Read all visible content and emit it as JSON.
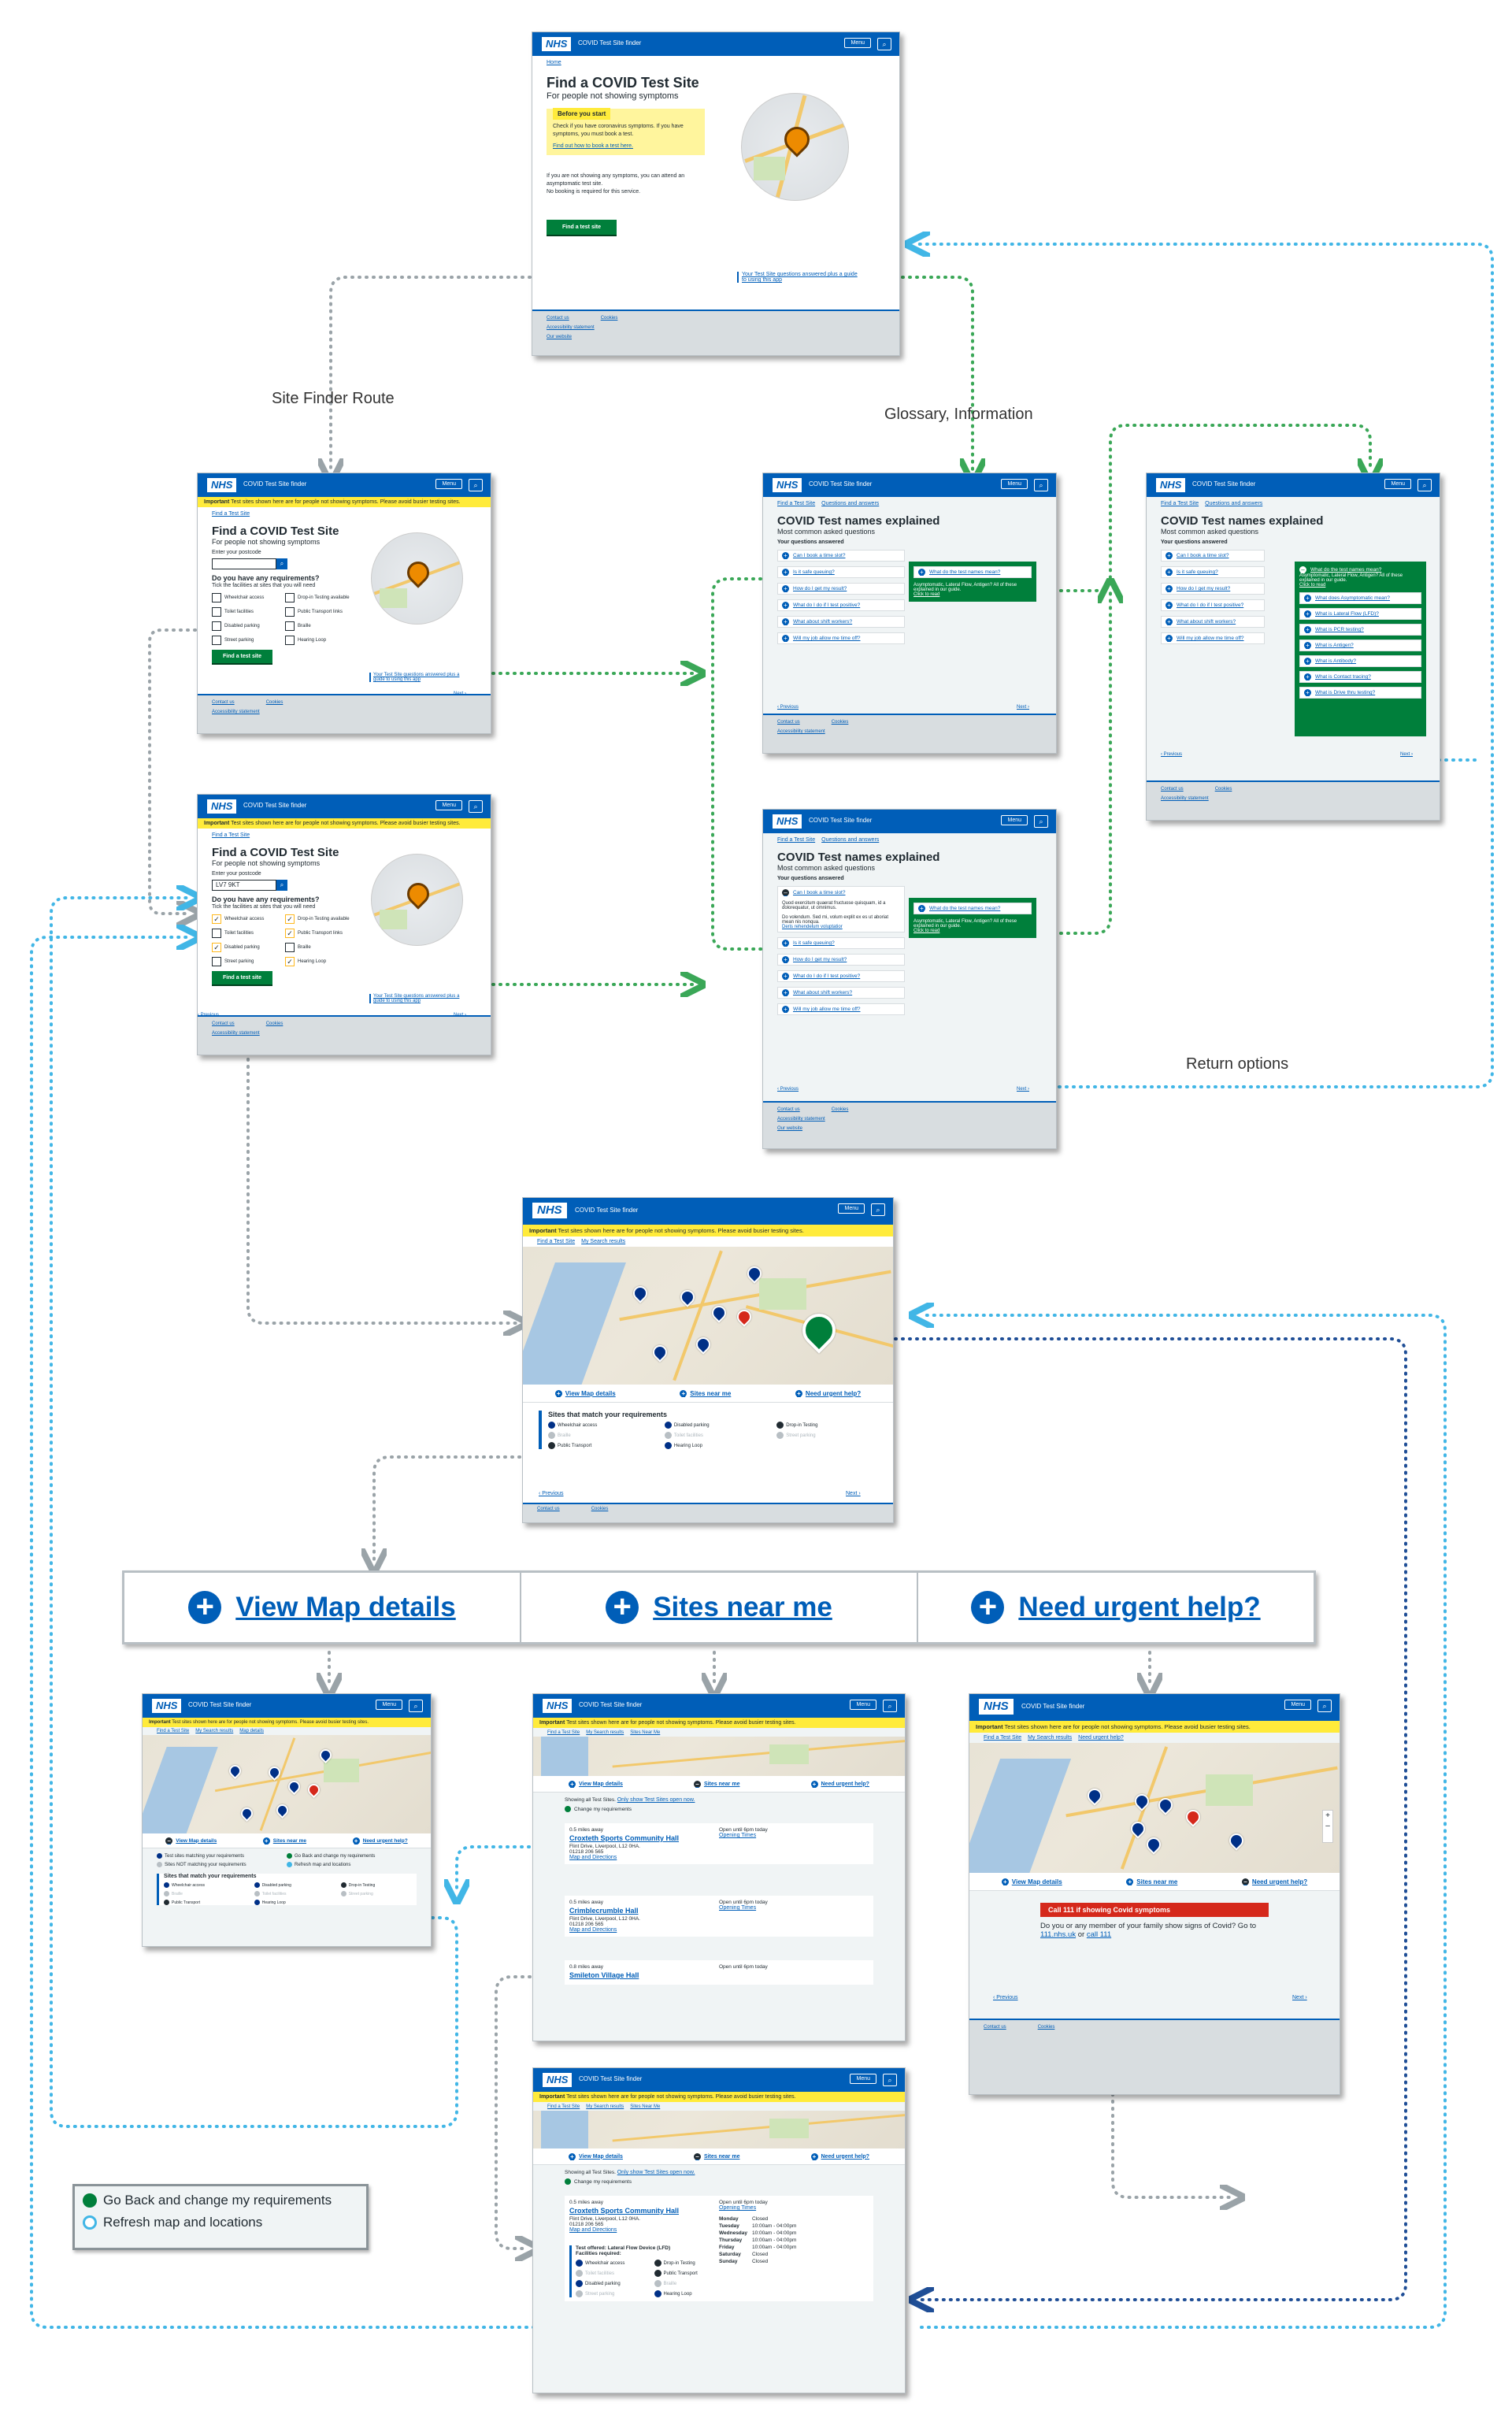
{
  "labels": {
    "site_finder_route": "Site Finder Route",
    "glossary": "Glossary, Information",
    "return_options": "Return options"
  },
  "common": {
    "nhs": "NHS",
    "service": "COVID Test Site finder",
    "menu": "Menu",
    "search_glyph": "⌕",
    "important": "Important",
    "important_text": " Test sites shown here are for people not showing symptoms. Please avoid busier testing sites.",
    "footer_contact": "Contact us",
    "footer_cookies": "Cookies",
    "footer_access": "Accessibility statement",
    "footer_privacy": "Our website",
    "previous": "‹ Previous",
    "next": "Next ›"
  },
  "home": {
    "crumb": "Home",
    "title": "Find a COVID Test Site",
    "subtitle": "For people not showing symptoms",
    "before_title": "Before you start",
    "before_text": "Check if you have coronavirus symptoms. If you have symptoms, you must book a test.",
    "before_link": "Find out how to book a test here.",
    "para1": "If you are not showing any symptoms, you can attend an asymptomatic test site.",
    "para2": "No booking is required for this service.",
    "button": "Find a test site",
    "faq_link": "Your Test Site questions answered plus a guide to using this app"
  },
  "finder": {
    "crumb": "Find a Test Site",
    "title": "Find a COVID Test Site",
    "subtitle": "For people not showing symptoms",
    "postcode_label": "Enter your postcode",
    "postcode_value": "LV7 9KT",
    "req_title": "Do you have any requirements?",
    "req_hint": "Tick the facilities at sites that you will need",
    "checks": [
      "Wheelchair access",
      "Drop-in Testing available",
      "Toilet facilities",
      "Public Transport links",
      "Disabled parking",
      "Braille",
      "Street parking",
      "Hearing Loop"
    ],
    "button": "Find a test site",
    "faq_link": "Your Test Site questions answered plus a guide to using this app"
  },
  "faq": {
    "crumb1": "Find a Test Site",
    "crumb2": "Questions and answers",
    "title": "COVID Test names explained",
    "subtitle": "Most common asked questions",
    "your_q": "Your questions answered",
    "questions": [
      "Can I book a time slot?",
      "Is it safe queuing?",
      "How do I get my result?",
      "What do I do if I test positive?",
      "What about shift workers?",
      "Will my job allow me time off?"
    ],
    "test_names_q": "What do the test names mean?",
    "test_names_text": "Asymptomatic, Lateral Flow, Antigen? All of these explained in our guide.",
    "click": "Click to read",
    "answer_text": "Quod exercitum quaerat fructuose quisquam, id a dolorequatur, ut omnimus.",
    "answer_text2": "Do volendum. Sed mi, volum explit ex es ut aboriat mean nis nonqua.",
    "answer_link": "Deris rehendelum voluptatior",
    "glossary": [
      "What does Asymptomatic mean?",
      "What is Lateral Flow (LFD)?",
      "What is PCR testing?",
      "What is Antigen?",
      "What is Antibody?",
      "What is Contact tracing?",
      "What is Drive thru testing?"
    ]
  },
  "results": {
    "crumb1": "Find a Test Site",
    "crumb2": "My Search results",
    "crumb3": "Sites Near Me",
    "crumb4": "Map details",
    "opt_map": "View Map details",
    "opt_near": "Sites near me",
    "opt_help": "Need urgent help?",
    "match_title": "Sites that match your requirements",
    "reqs": [
      "Wheelchair access",
      "Disabled parking",
      "Drop-in Testing",
      "Braille",
      "Toilet facilities",
      "Street parking",
      "Public Transport",
      "Hearing Loop"
    ],
    "map_legend1": "Test sites matching your requirements",
    "map_legend2": "Sites NOT matching your requirements",
    "map_legend3": "Go Back and change my requirements",
    "map_legend4": "Refresh map and locations",
    "showing": "Showing all Test Sites.",
    "only_open": "Only show Test Sites open now.",
    "change_req": "Change my requirements",
    "sites": [
      {
        "dist": "0.5 miles away",
        "name": "Croxteth Sports Community Hall",
        "addr": "Flint Drive, Liverpool, L12 0HA.",
        "phone": "01218 206 565",
        "maplink": "Map and Directions",
        "open": "Open until 6pm today",
        "times": "Opening Times"
      },
      {
        "dist": "0.5 miles away",
        "name": "Crimblecrumble Hall",
        "addr": "Flint Drive, Liverpool, L12 0HA.",
        "phone": "01218 206 565",
        "maplink": "Map and Directions",
        "open": "Open until 6pm today",
        "times": "Opening Times"
      },
      {
        "dist": "0.8 miles away",
        "name": "Smileton Village Hall",
        "addr": "",
        "phone": "",
        "maplink": "",
        "open": "Open until 6pm today",
        "times": ""
      }
    ],
    "hours": [
      [
        "Monday",
        "Closed"
      ],
      [
        "Tuesday",
        "10:00am - 04:00pm"
      ],
      [
        "Wednesday",
        "10:00am - 04:00pm"
      ],
      [
        "Thursday",
        "10:00am - 04:00pm"
      ],
      [
        "Friday",
        "10:00am - 04:00pm"
      ],
      [
        "Saturday",
        "Closed"
      ],
      [
        "Sunday",
        "Closed"
      ]
    ],
    "test_offered": "Test offered: Lateral Flow Device (LFD)",
    "facilities": "Facilities required:",
    "call111": "Call 111 if showing Covid symptoms",
    "help_text": "Do you or any member of your family show signs of Covid? Go to",
    "help_link1": "111.nhs.uk",
    "help_or": "or",
    "help_link2": "call 111"
  },
  "bigbar": {
    "opt1": "View Map details",
    "opt2": "Sites near me",
    "opt3": "Need urgent help?",
    "plus": "+"
  },
  "legend": {
    "item1": "Go Back and change my requirements",
    "item2": "Refresh map and locations",
    "color1": "#007f3b",
    "color2": "#41b6e6"
  },
  "colors": {
    "nhs_blue": "#005eb8",
    "nhs_green": "#007f3b",
    "nhs_yellow": "#ffeb3b",
    "dark_blue": "#003087",
    "light_blue": "#41b6e6",
    "grey_line": "#9aa3a8"
  }
}
